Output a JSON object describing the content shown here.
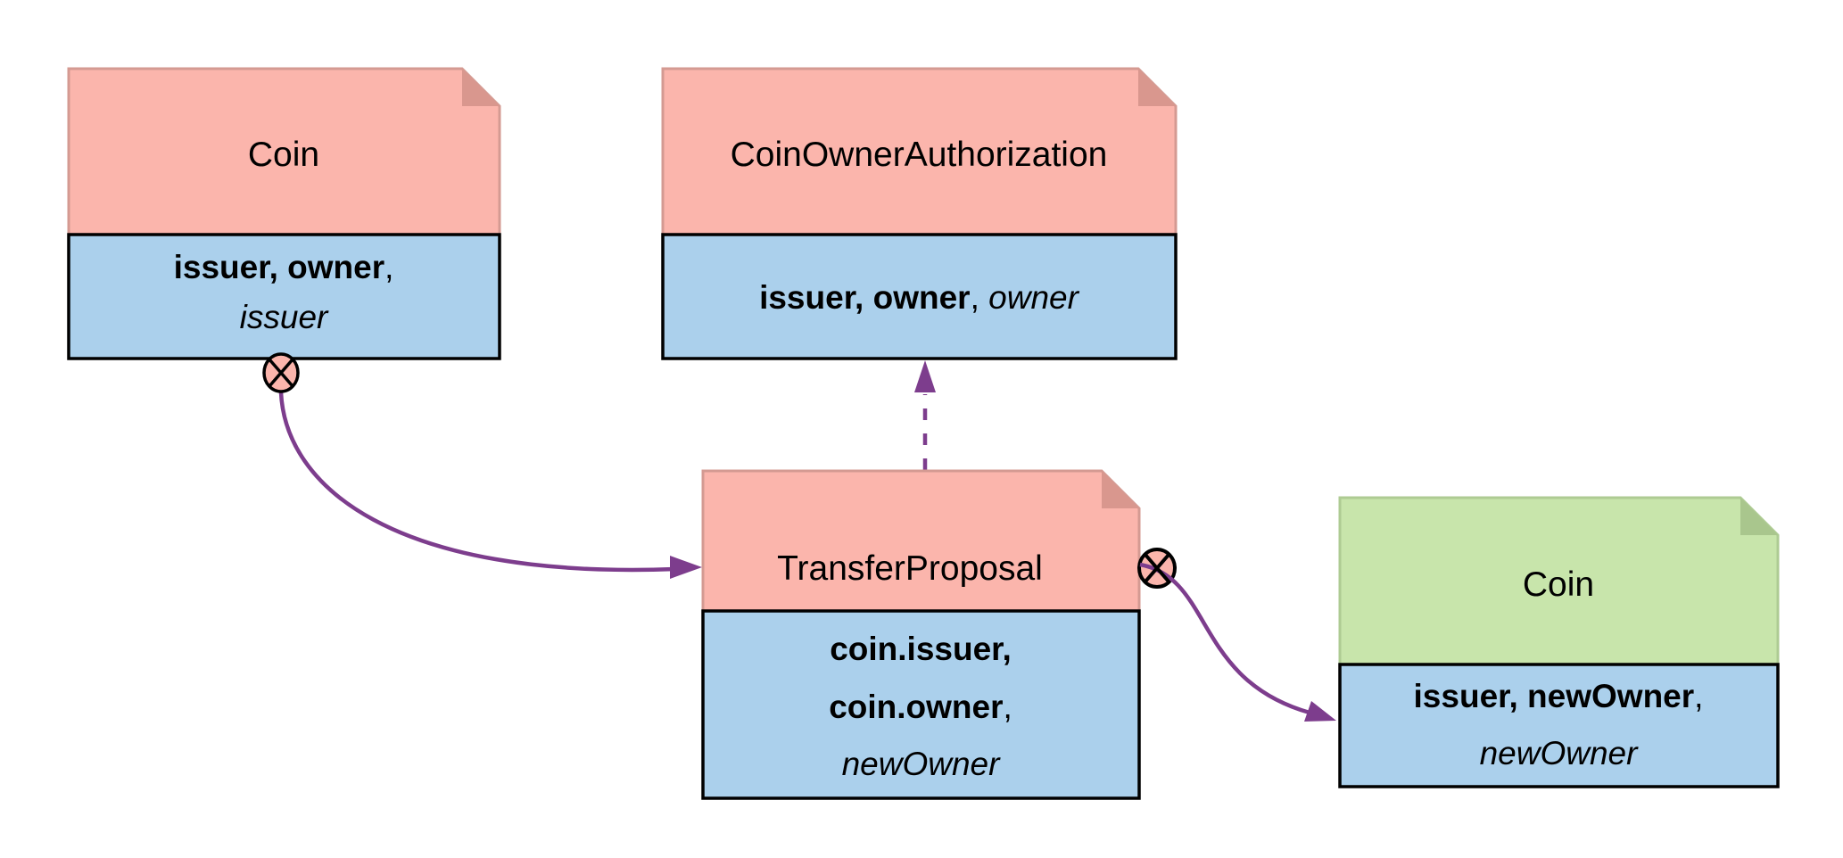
{
  "colors": {
    "background": "#FFFFFF",
    "template_pink": "#FBB5AC",
    "template_pink_border": "#D49A92",
    "template_pink_fold": "#D9978E",
    "contract_green": "#C8E5AB",
    "contract_green_border": "#AECB93",
    "contract_green_fold": "#A9C68D",
    "party_blue": "#ABD0EC",
    "body_border": "#000000",
    "arrow_purple": "#7D3D8D",
    "consume_marker_fill": "#FBB5AC",
    "consume_marker_stroke": "#000000"
  },
  "markers": {
    "consuming_icon": "circled-x"
  },
  "nodes": [
    {
      "id": "coin-original",
      "kind": "template-note",
      "title": "Coin",
      "body_lines": [
        {
          "segments": [
            {
              "text": "issuer, owner",
              "style": "bold"
            },
            {
              "text": ",",
              "style": "regular"
            }
          ]
        },
        {
          "segments": [
            {
              "text": "issuer",
              "style": "italic"
            }
          ]
        }
      ]
    },
    {
      "id": "coin-owner-authorization",
      "kind": "template-note",
      "title": "CoinOwnerAuthorization",
      "body_lines": [
        {
          "segments": [
            {
              "text": "issuer, owner",
              "style": "bold"
            },
            {
              "text": ", ",
              "style": "regular"
            },
            {
              "text": "owner",
              "style": "italic"
            }
          ]
        }
      ]
    },
    {
      "id": "transfer-proposal",
      "kind": "template-note",
      "title": "TransferProposal",
      "body_lines": [
        {
          "segments": [
            {
              "text": "coin.issuer,",
              "style": "bold"
            }
          ]
        },
        {
          "segments": [
            {
              "text": "coin.owner",
              "style": "bold"
            },
            {
              "text": ",",
              "style": "regular"
            }
          ]
        },
        {
          "segments": [
            {
              "text": "newOwner",
              "style": "italic"
            }
          ]
        }
      ]
    },
    {
      "id": "coin-new",
      "kind": "contract-note",
      "title": "Coin",
      "body_lines": [
        {
          "segments": [
            {
              "text": "issuer, newOwner",
              "style": "bold"
            },
            {
              "text": ",",
              "style": "regular"
            }
          ]
        },
        {
          "segments": [
            {
              "text": "newOwner",
              "style": "italic"
            }
          ]
        }
      ]
    }
  ],
  "connectors": [
    {
      "from": "coin-original",
      "to": "transfer-proposal",
      "style": "solid-curve",
      "consuming": true
    },
    {
      "from": "transfer-proposal",
      "to": "coin-owner-authorization",
      "style": "dashed",
      "consuming": false
    },
    {
      "from": "transfer-proposal",
      "to": "coin-new",
      "style": "solid-curve",
      "consuming": true
    }
  ]
}
